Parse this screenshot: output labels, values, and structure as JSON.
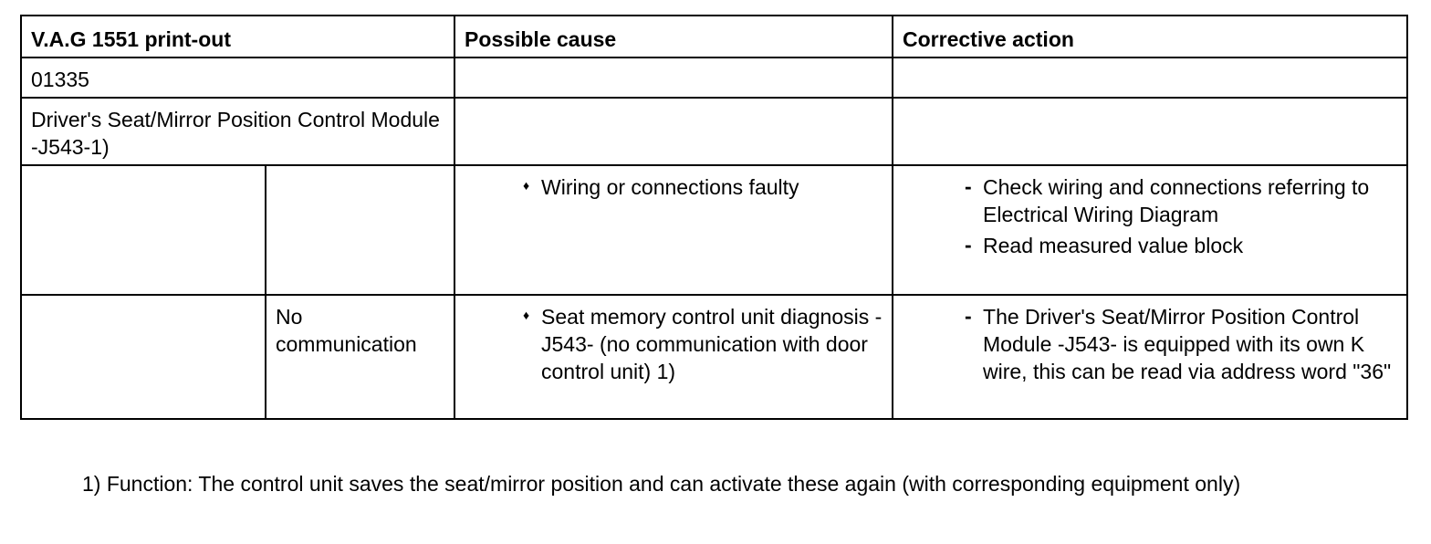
{
  "table": {
    "headers": {
      "printout": "V.A.G 1551 print-out",
      "cause": "Possible cause",
      "action": "Corrective action"
    },
    "code": "01335",
    "component": "Driver's Seat/Mirror Position Control Module -J543-1)",
    "rows": [
      {
        "printout_detail": "",
        "causes": [
          "Wiring or connections faulty"
        ],
        "actions": [
          "Check wiring and connections referring to Electrical Wiring Diagram",
          "Read measured value block"
        ]
      },
      {
        "printout_detail": "No communication",
        "causes": [
          "Seat memory control unit diagnosis -J543- (no communication with door control unit) 1)"
        ],
        "actions": [
          "The Driver's Seat/Mirror Position Control Module -J543- is equipped with its own K wire, this can be read via address word \"36\""
        ]
      }
    ]
  },
  "footnote": "1) Function: The control unit saves the seat/mirror position and can activate these again (with corresponding equipment only)"
}
